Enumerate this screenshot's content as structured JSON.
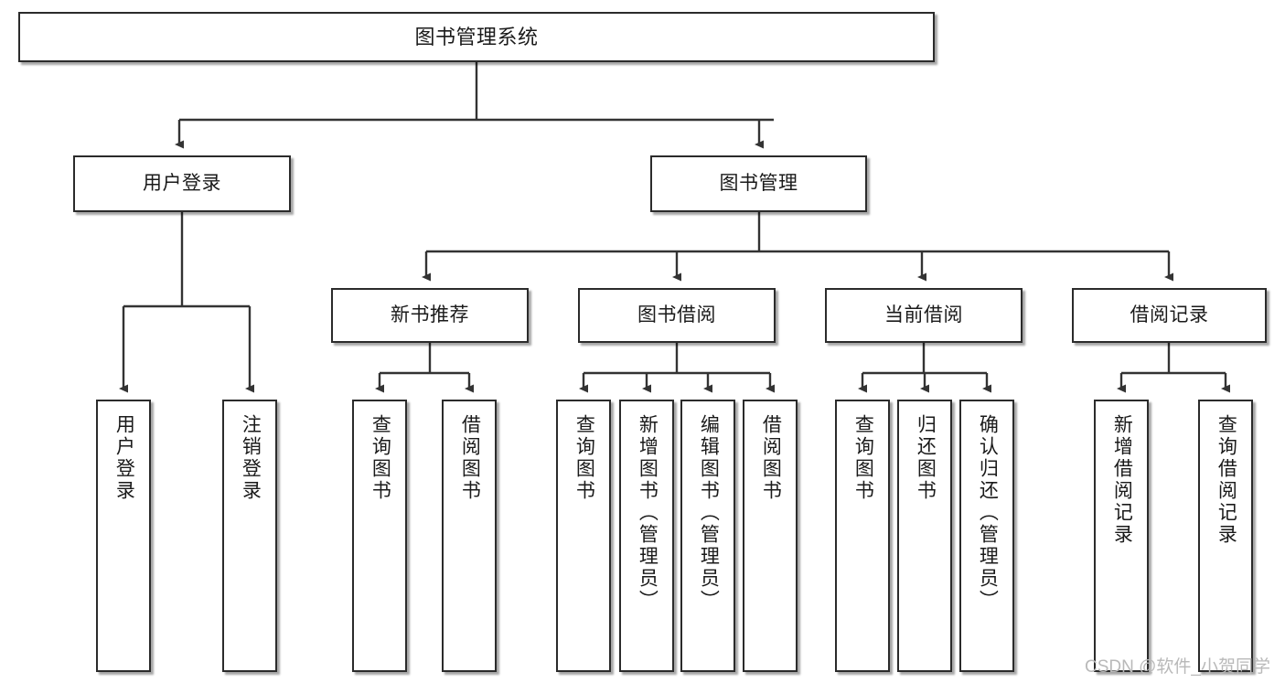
{
  "diagram": {
    "title": "图书管理系统",
    "watermark": "CSDN @软件_小贺同学",
    "colors": {
      "box_border": "#2b2b2b",
      "box_fill": "#ffffff",
      "connector": "#333333",
      "text": "#1a1a1a",
      "watermark": "#b9b9b9"
    },
    "root": {
      "label": "图书管理系统"
    },
    "level1": [
      {
        "label": "用户登录"
      },
      {
        "label": "图书管理"
      }
    ],
    "level2": [
      {
        "label": "新书推荐"
      },
      {
        "label": "图书借阅"
      },
      {
        "label": "当前借阅"
      },
      {
        "label": "借阅记录"
      }
    ],
    "leaves": {
      "user_login": [
        {
          "label": "用户登录"
        },
        {
          "label": "注销登录"
        }
      ],
      "new_book": [
        {
          "label": "查询图书"
        },
        {
          "label": "借阅图书"
        }
      ],
      "book_borrow": [
        {
          "label": "查询图书"
        },
        {
          "label": "新增图书（管理员）"
        },
        {
          "label": "编辑图书（管理员）"
        },
        {
          "label": "借阅图书"
        }
      ],
      "current_borrow": [
        {
          "label": "查询图书"
        },
        {
          "label": "归还图书"
        },
        {
          "label": "确认归还（管理员）"
        }
      ],
      "borrow_record": [
        {
          "label": "新增借阅记录"
        },
        {
          "label": "查询借阅记录"
        }
      ]
    }
  }
}
